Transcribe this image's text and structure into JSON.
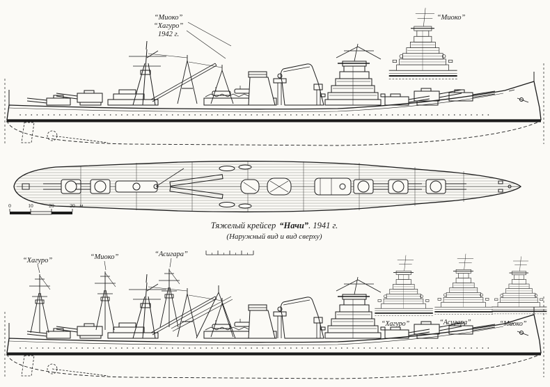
{
  "colors": {
    "ink": "#1b1b1b",
    "paper": "#fbfaf6"
  },
  "top_labels": {
    "line1": "“Миоко”",
    "line2": "“Хагуро”",
    "line3": "1942 г.",
    "detail": "“Миоко”"
  },
  "scale_bar": {
    "ticks": [
      "0",
      "10",
      "20",
      "30"
    ],
    "unit": "м"
  },
  "caption": {
    "prefix": "Тяжелый крейсер",
    "ship_name": "“Начи”",
    "suffix": ". 1941 г.",
    "line2": "(Наружный вид и вид сверху)"
  },
  "bottom_labels": {
    "masts": [
      "“Хагуро”",
      "“Миоко”",
      "“Асигара”"
    ],
    "details": [
      "“Хагуро”",
      "“Асигара”",
      "“Миоко”"
    ]
  }
}
